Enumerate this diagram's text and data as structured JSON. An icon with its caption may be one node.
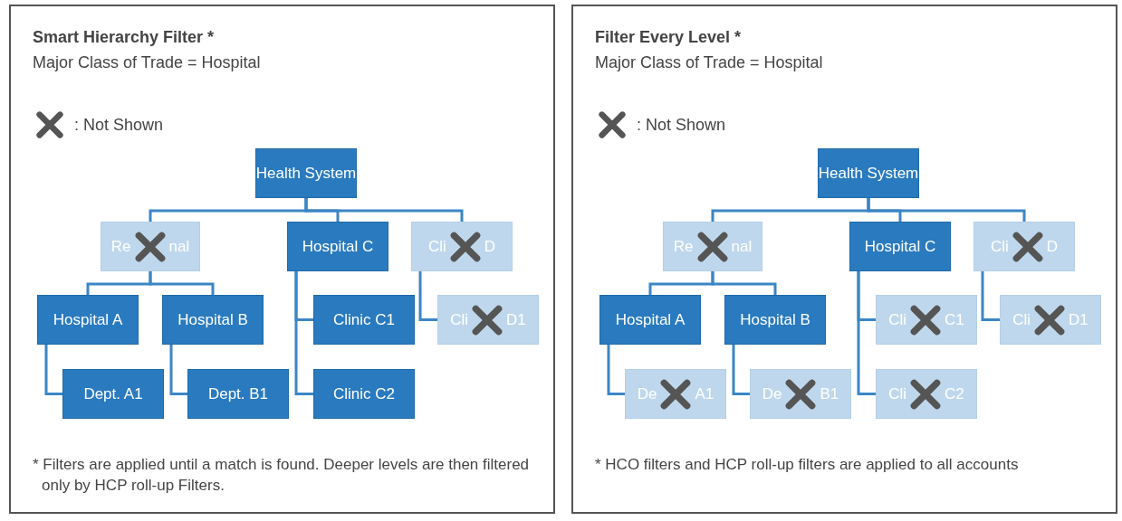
{
  "diagram": {
    "nodes": [
      {
        "text": [
          "Smart Hierarchy Filter *",
          "Major Class of Trade = Hospital",
          "* Filters are applied until a match is found. Deeper levels are then filtered only by HCP roll-up Filters."
        ]
      },
      {
        "text": [
          "Health System"
        ],
        "in": 0
      },
      {
        "text": [
          "Re",
          "nal"
        ],
        "in": 0
      },
      {
        "text": [
          "Hospital C"
        ],
        "in": 0
      },
      {
        "text": [
          "Cli",
          "D"
        ],
        "in": 0
      },
      {
        "text": [
          "Hospital A"
        ],
        "in": 0
      },
      {
        "text": [
          "Hospital B"
        ],
        "in": 0
      },
      {
        "text": [
          "Clinic C1"
        ],
        "in": 0
      },
      {
        "text": [
          "Cli",
          "D1"
        ],
        "in": 0
      },
      {
        "text": [
          "Dept. A1"
        ],
        "in": 0
      },
      {
        "text": [
          "Dept. B1"
        ],
        "in": 0
      },
      {
        "text": [
          "Clinic C2"
        ],
        "in": 0
      },
      {
        "text": [
          "Filter Every Level *",
          "Major Class of Trade = Hospital",
          "* HCO filters and HCP roll-up filters are applied to all accounts"
        ]
      },
      {
        "text": [
          "Health System"
        ],
        "in": 12
      },
      {
        "text": [
          "Re",
          "nal"
        ],
        "in": 12
      },
      {
        "text": [
          "Hospital C"
        ],
        "in": 12
      },
      {
        "text": [
          "Cli",
          "D"
        ],
        "in": 12
      },
      {
        "text": [
          "Hospital A"
        ],
        "in": 12
      },
      {
        "text": [
          "Hospital B"
        ],
        "in": 12
      },
      {
        "text": [
          "Cli",
          "C1"
        ],
        "in": 12
      },
      {
        "text": [
          "Cli",
          "D1"
        ],
        "in": 12
      },
      {
        "text": [
          "De",
          "A1"
        ],
        "in": 12
      },
      {
        "text": [
          "De",
          "B1"
        ],
        "in": 12
      },
      {
        "text": [
          "Cli",
          "C2"
        ],
        "in": 12
      }
    ],
    "edges": [
      {
        "from": 1,
        "to": 2,
        "arrow": "none"
      },
      {
        "from": 1,
        "to": 3,
        "arrow": "none"
      },
      {
        "from": 1,
        "to": 4,
        "arrow": "none"
      },
      {
        "from": 2,
        "to": 5,
        "arrow": "none"
      },
      {
        "from": 2,
        "to": 6,
        "arrow": "none"
      },
      {
        "from": 3,
        "to": 7,
        "arrow": "none"
      },
      {
        "from": 3,
        "to": 11,
        "arrow": "none"
      },
      {
        "from": 4,
        "to": 8,
        "arrow": "none"
      },
      {
        "from": 5,
        "to": 9,
        "arrow": "none"
      },
      {
        "from": 6,
        "to": 10,
        "arrow": "none"
      },
      {
        "from": 13,
        "to": 14,
        "arrow": "none"
      },
      {
        "from": 13,
        "to": 15,
        "arrow": "none"
      },
      {
        "from": 13,
        "to": 16,
        "arrow": "none"
      },
      {
        "from": 14,
        "to": 17,
        "arrow": "none"
      },
      {
        "from": 14,
        "to": 18,
        "arrow": "none"
      },
      {
        "from": 15,
        "to": 19,
        "arrow": "none"
      },
      {
        "from": 15,
        "to": 23,
        "arrow": "none"
      },
      {
        "from": 16,
        "to": 20,
        "arrow": "none"
      },
      {
        "from": 17,
        "to": 21,
        "arrow": "none"
      },
      {
        "from": 18,
        "to": 22,
        "arrow": "none"
      }
    ],
    "legend": [
      {
        "text": ": Not Shown"
      },
      {
        "text": ": Not Shown"
      }
    ]
  }
}
